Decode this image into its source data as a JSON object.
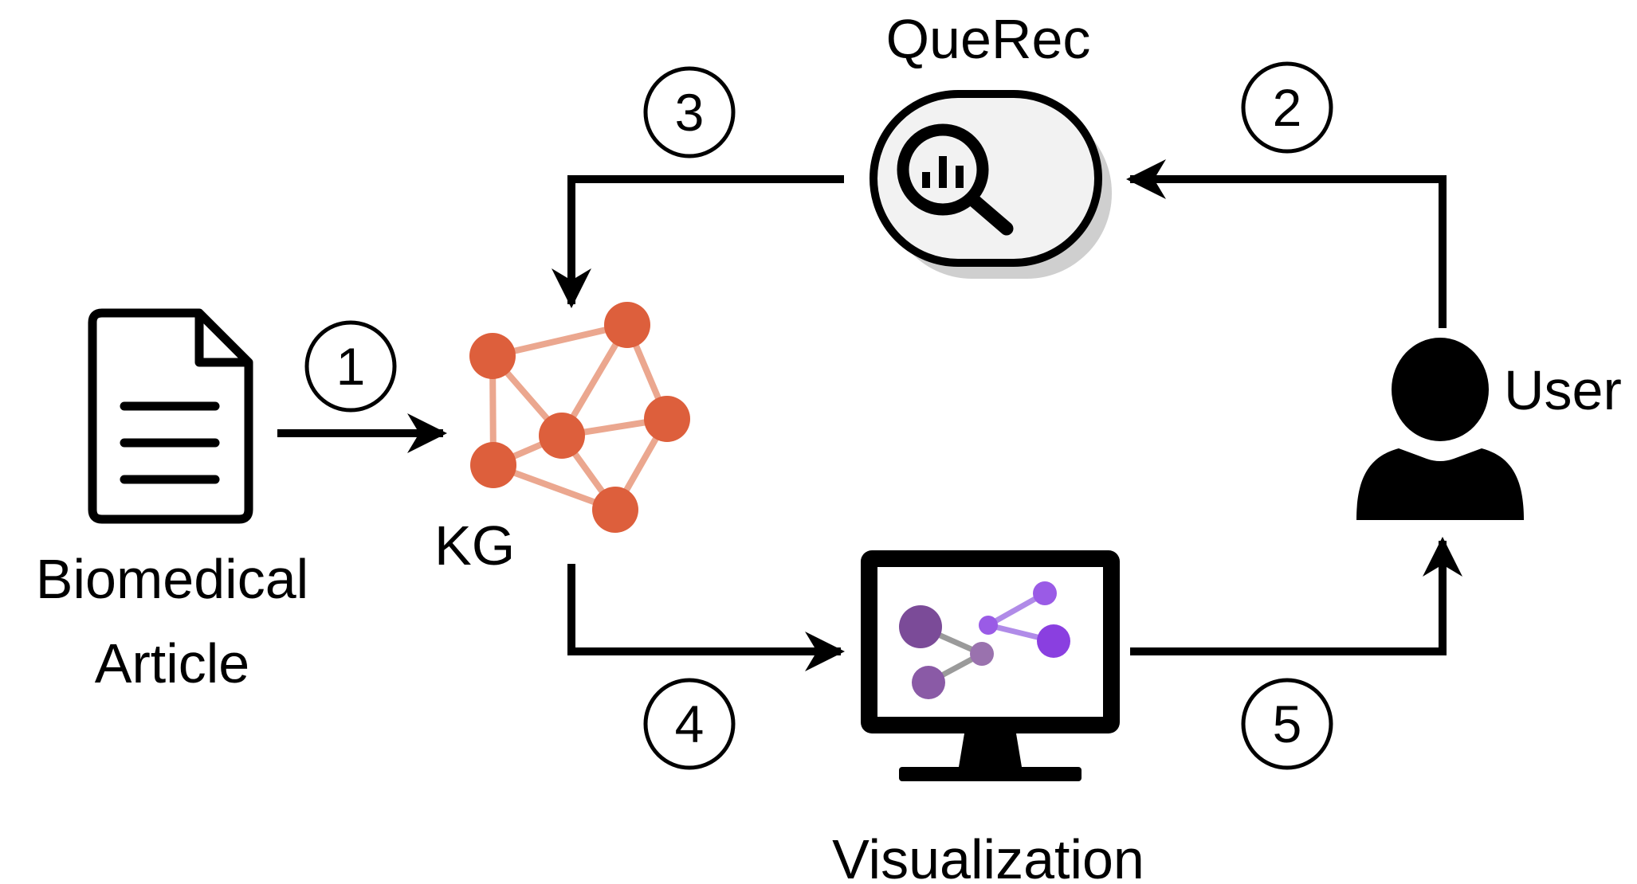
{
  "labels": {
    "querec": "QueRec",
    "user": "User",
    "kg": "KG",
    "article_line1": "Biomedical",
    "article_line2": "Article",
    "visualization": "Visualization"
  },
  "steps": [
    "1",
    "2",
    "3",
    "4",
    "5"
  ],
  "colors": {
    "kg_node": "#dd5f3c",
    "kg_edge": "#eba78f",
    "viz_node_dark": "#7b4b98",
    "viz_node_light": "#9a5be6",
    "stroke": "#000000",
    "querec_fill": "#f2f2f2",
    "shadow": "#cfcfcf"
  },
  "icons": {
    "article": "document-icon",
    "kg": "knowledge-graph-icon",
    "querec": "magnifier-chart-icon",
    "user": "person-icon",
    "visualization": "monitor-graph-icon"
  }
}
